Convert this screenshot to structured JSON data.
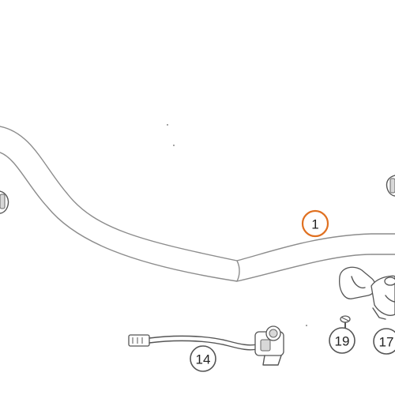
{
  "callouts": [
    {
      "id": "c1",
      "label": "1",
      "color": "#e07020",
      "highlighted": true
    },
    {
      "id": "c14",
      "label": "14",
      "color": "#333333",
      "highlighted": false
    },
    {
      "id": "c19",
      "label": "19",
      "color": "#333333",
      "highlighted": false
    },
    {
      "id": "c17",
      "label": "17",
      "color": "#333333",
      "highlighted": false
    }
  ],
  "parts": [
    {
      "number": "1",
      "icon": "handlebar-icon"
    },
    {
      "number": "14",
      "icon": "switch-with-cable-icon"
    },
    {
      "number": "19",
      "icon": "screw-icon"
    },
    {
      "number": "17",
      "icon": "clamp-icon"
    }
  ]
}
